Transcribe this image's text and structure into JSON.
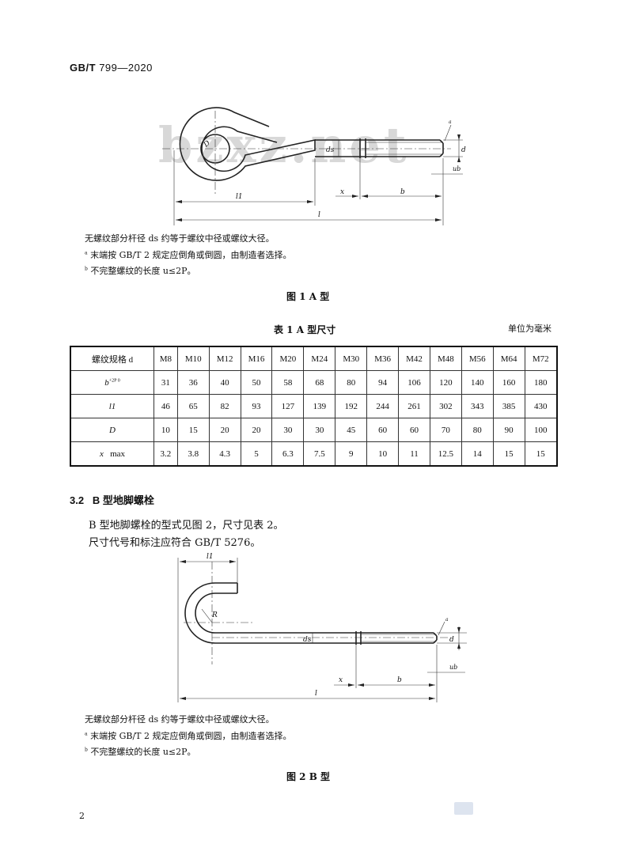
{
  "header": {
    "standard": "GB/T",
    "number": "799—2020"
  },
  "watermark": "bzxz.net",
  "figure1": {
    "labels": {
      "D": "D",
      "ds": "ds",
      "d": "d",
      "l1": "l1",
      "l": "l",
      "x": "x",
      "b": "b",
      "a": "a",
      "ub": "ub"
    },
    "notes": [
      "无螺纹部分杆径 ds 约等于螺纹中径或螺纹大径。",
      "末端按 GB/T 2 规定应倒角或倒圆，由制造者选择。",
      "不完整螺纹的长度 u≤2P。"
    ],
    "note_marks": [
      "a",
      "b"
    ],
    "caption": "图 1   A 型"
  },
  "table1": {
    "title": "表 1   A 型尺寸",
    "unit": "单位为毫米",
    "header_label": "螺纹规格 d",
    "sizes": [
      "M8",
      "M10",
      "M12",
      "M16",
      "M20",
      "M24",
      "M30",
      "M36",
      "M42",
      "M48",
      "M56",
      "M64",
      "M72"
    ],
    "rows": [
      {
        "label": "b",
        "label_sup": "+2P 0",
        "values": [
          "31",
          "36",
          "40",
          "50",
          "58",
          "68",
          "80",
          "94",
          "106",
          "120",
          "140",
          "160",
          "180"
        ]
      },
      {
        "label": "l1",
        "values": [
          "46",
          "65",
          "82",
          "93",
          "127",
          "139",
          "192",
          "244",
          "261",
          "302",
          "343",
          "385",
          "430"
        ]
      },
      {
        "label": "D",
        "values": [
          "10",
          "15",
          "20",
          "20",
          "30",
          "30",
          "45",
          "60",
          "60",
          "70",
          "80",
          "90",
          "100"
        ]
      },
      {
        "label": "x",
        "label_extra": "max",
        "values": [
          "3.2",
          "3.8",
          "4.3",
          "5",
          "6.3",
          "7.5",
          "9",
          "10",
          "11",
          "12.5",
          "14",
          "15",
          "15"
        ]
      }
    ]
  },
  "section": {
    "number": "3.2",
    "title": "B 型地脚螺栓",
    "paragraphs": [
      "B 型地脚螺栓的型式见图 2，尺寸见表 2。",
      "尺寸代号和标注应符合 GB/T 5276。"
    ]
  },
  "figure2": {
    "labels": {
      "R": "R",
      "ds": "ds",
      "d": "d",
      "l1": "l1",
      "l": "l",
      "x": "x",
      "b": "b",
      "a": "a",
      "ub": "ub"
    },
    "notes": [
      "无螺纹部分杆径 ds 约等于螺纹中径或螺纹大径。",
      "末端按 GB/T 2 规定应倒角或倒圆，由制造者选择。",
      "不完整螺纹的长度 u≤2P。"
    ],
    "note_marks": [
      "a",
      "b"
    ],
    "caption": "图 2   B 型"
  },
  "footer": {
    "page_number": "2"
  }
}
